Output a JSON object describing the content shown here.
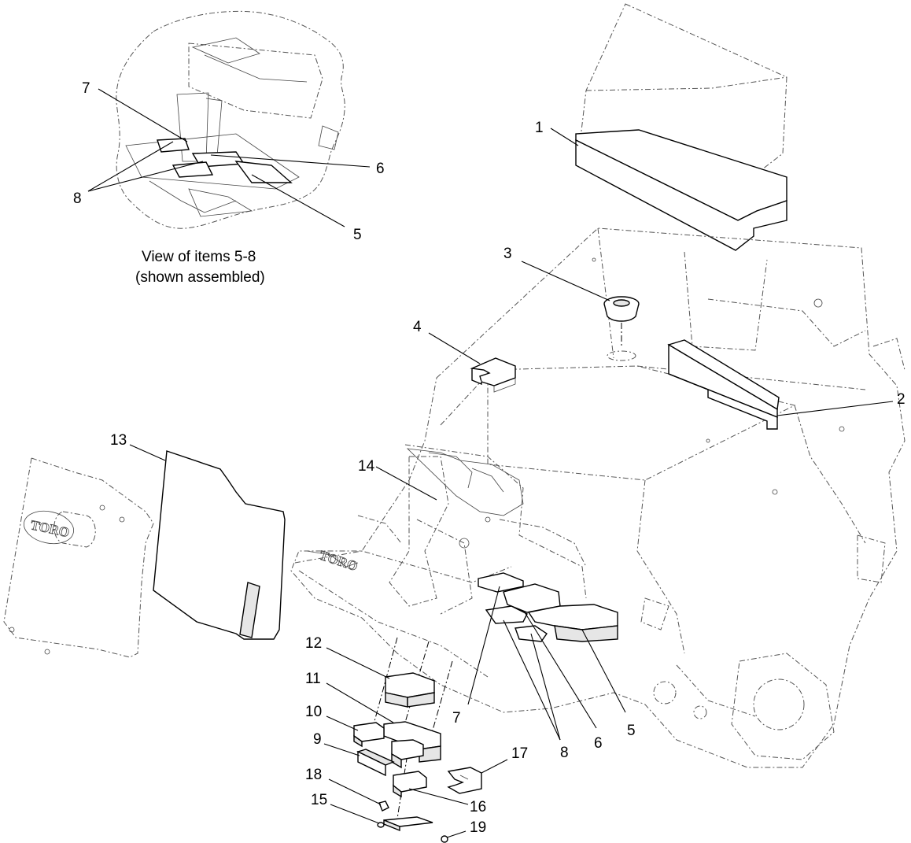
{
  "inset": {
    "caption_line1": "View of items 5-8",
    "caption_line2": "(shown assembled)",
    "callouts": [
      "7",
      "6",
      "8",
      "5"
    ]
  },
  "callouts": [
    "1",
    "2",
    "3",
    "4",
    "5",
    "6",
    "7",
    "8",
    "9",
    "10",
    "11",
    "12",
    "13",
    "14",
    "15",
    "16",
    "17",
    "18",
    "19"
  ],
  "logo_text": "TORO"
}
